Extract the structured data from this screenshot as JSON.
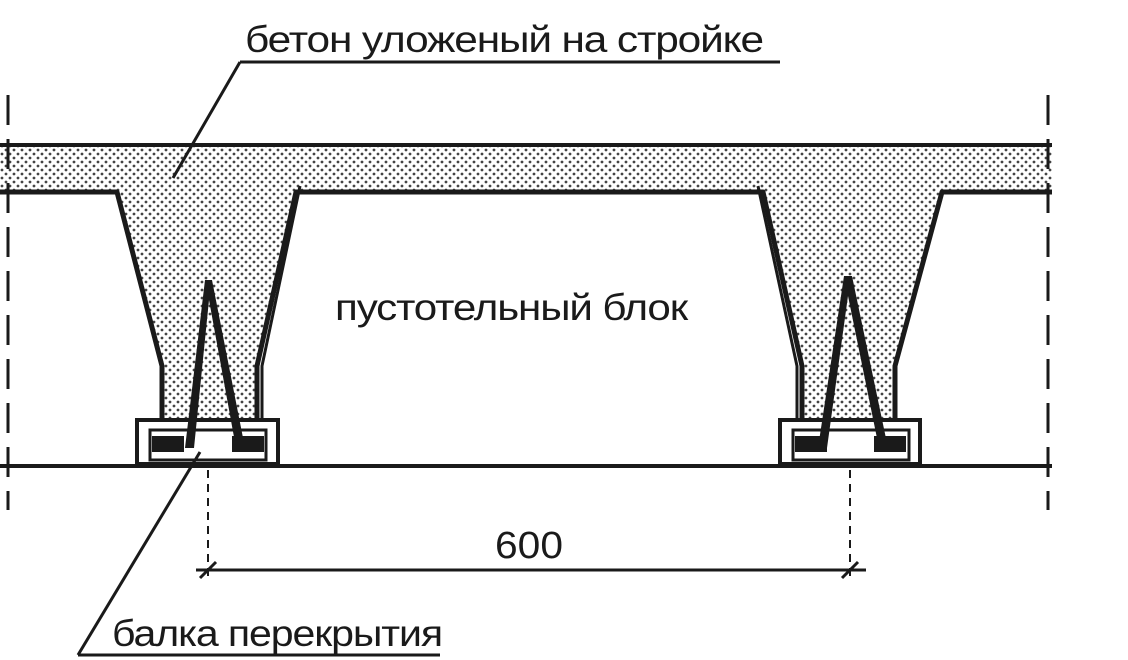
{
  "drawing": {
    "labels": {
      "concrete": "бетон уложеный на стройке",
      "hollow_block": "пустотельный блок",
      "beam": "балка перекрытия"
    },
    "dimension": {
      "value": "600"
    },
    "colors": {
      "line": "#1a1a1a",
      "dots": "#444444",
      "background": "#ffffff"
    }
  }
}
